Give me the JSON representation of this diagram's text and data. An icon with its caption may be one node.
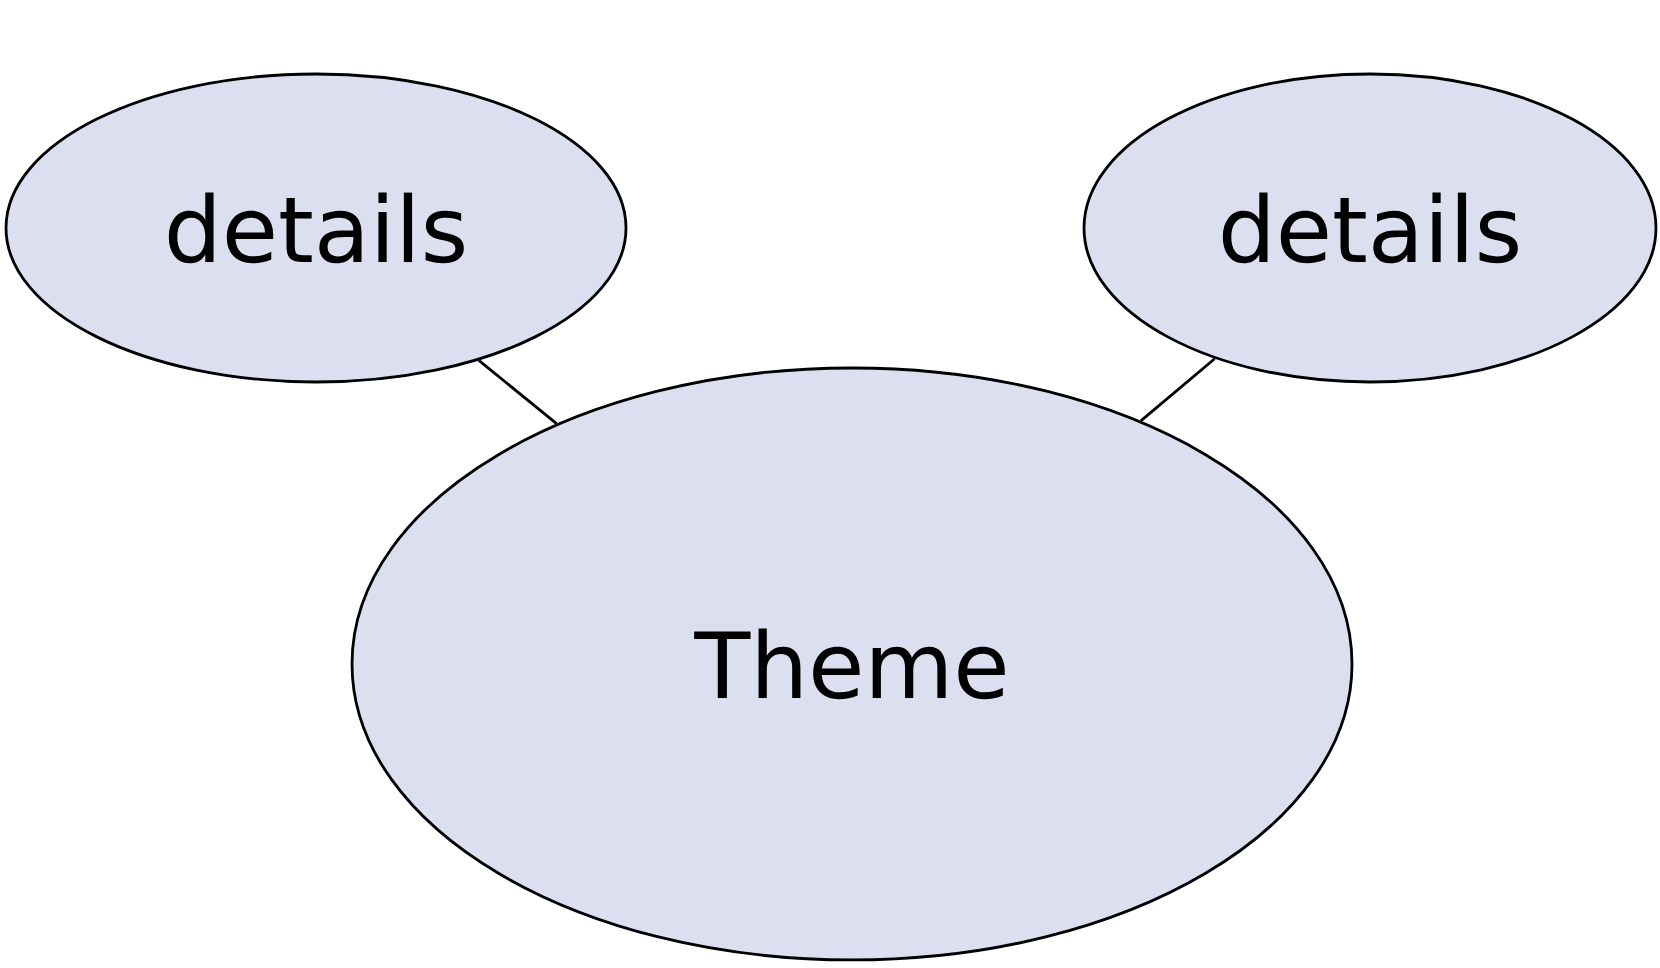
{
  "diagram": {
    "nodes": [
      {
        "text": [
          "details"
        ]
      },
      {
        "text": [
          "details"
        ]
      },
      {
        "text": [
          "Theme"
        ]
      }
    ],
    "edges": [
      {
        "from": 2,
        "to": 0,
        "arrow": "none"
      },
      {
        "from": 2,
        "to": 1,
        "arrow": "none"
      }
    ]
  }
}
